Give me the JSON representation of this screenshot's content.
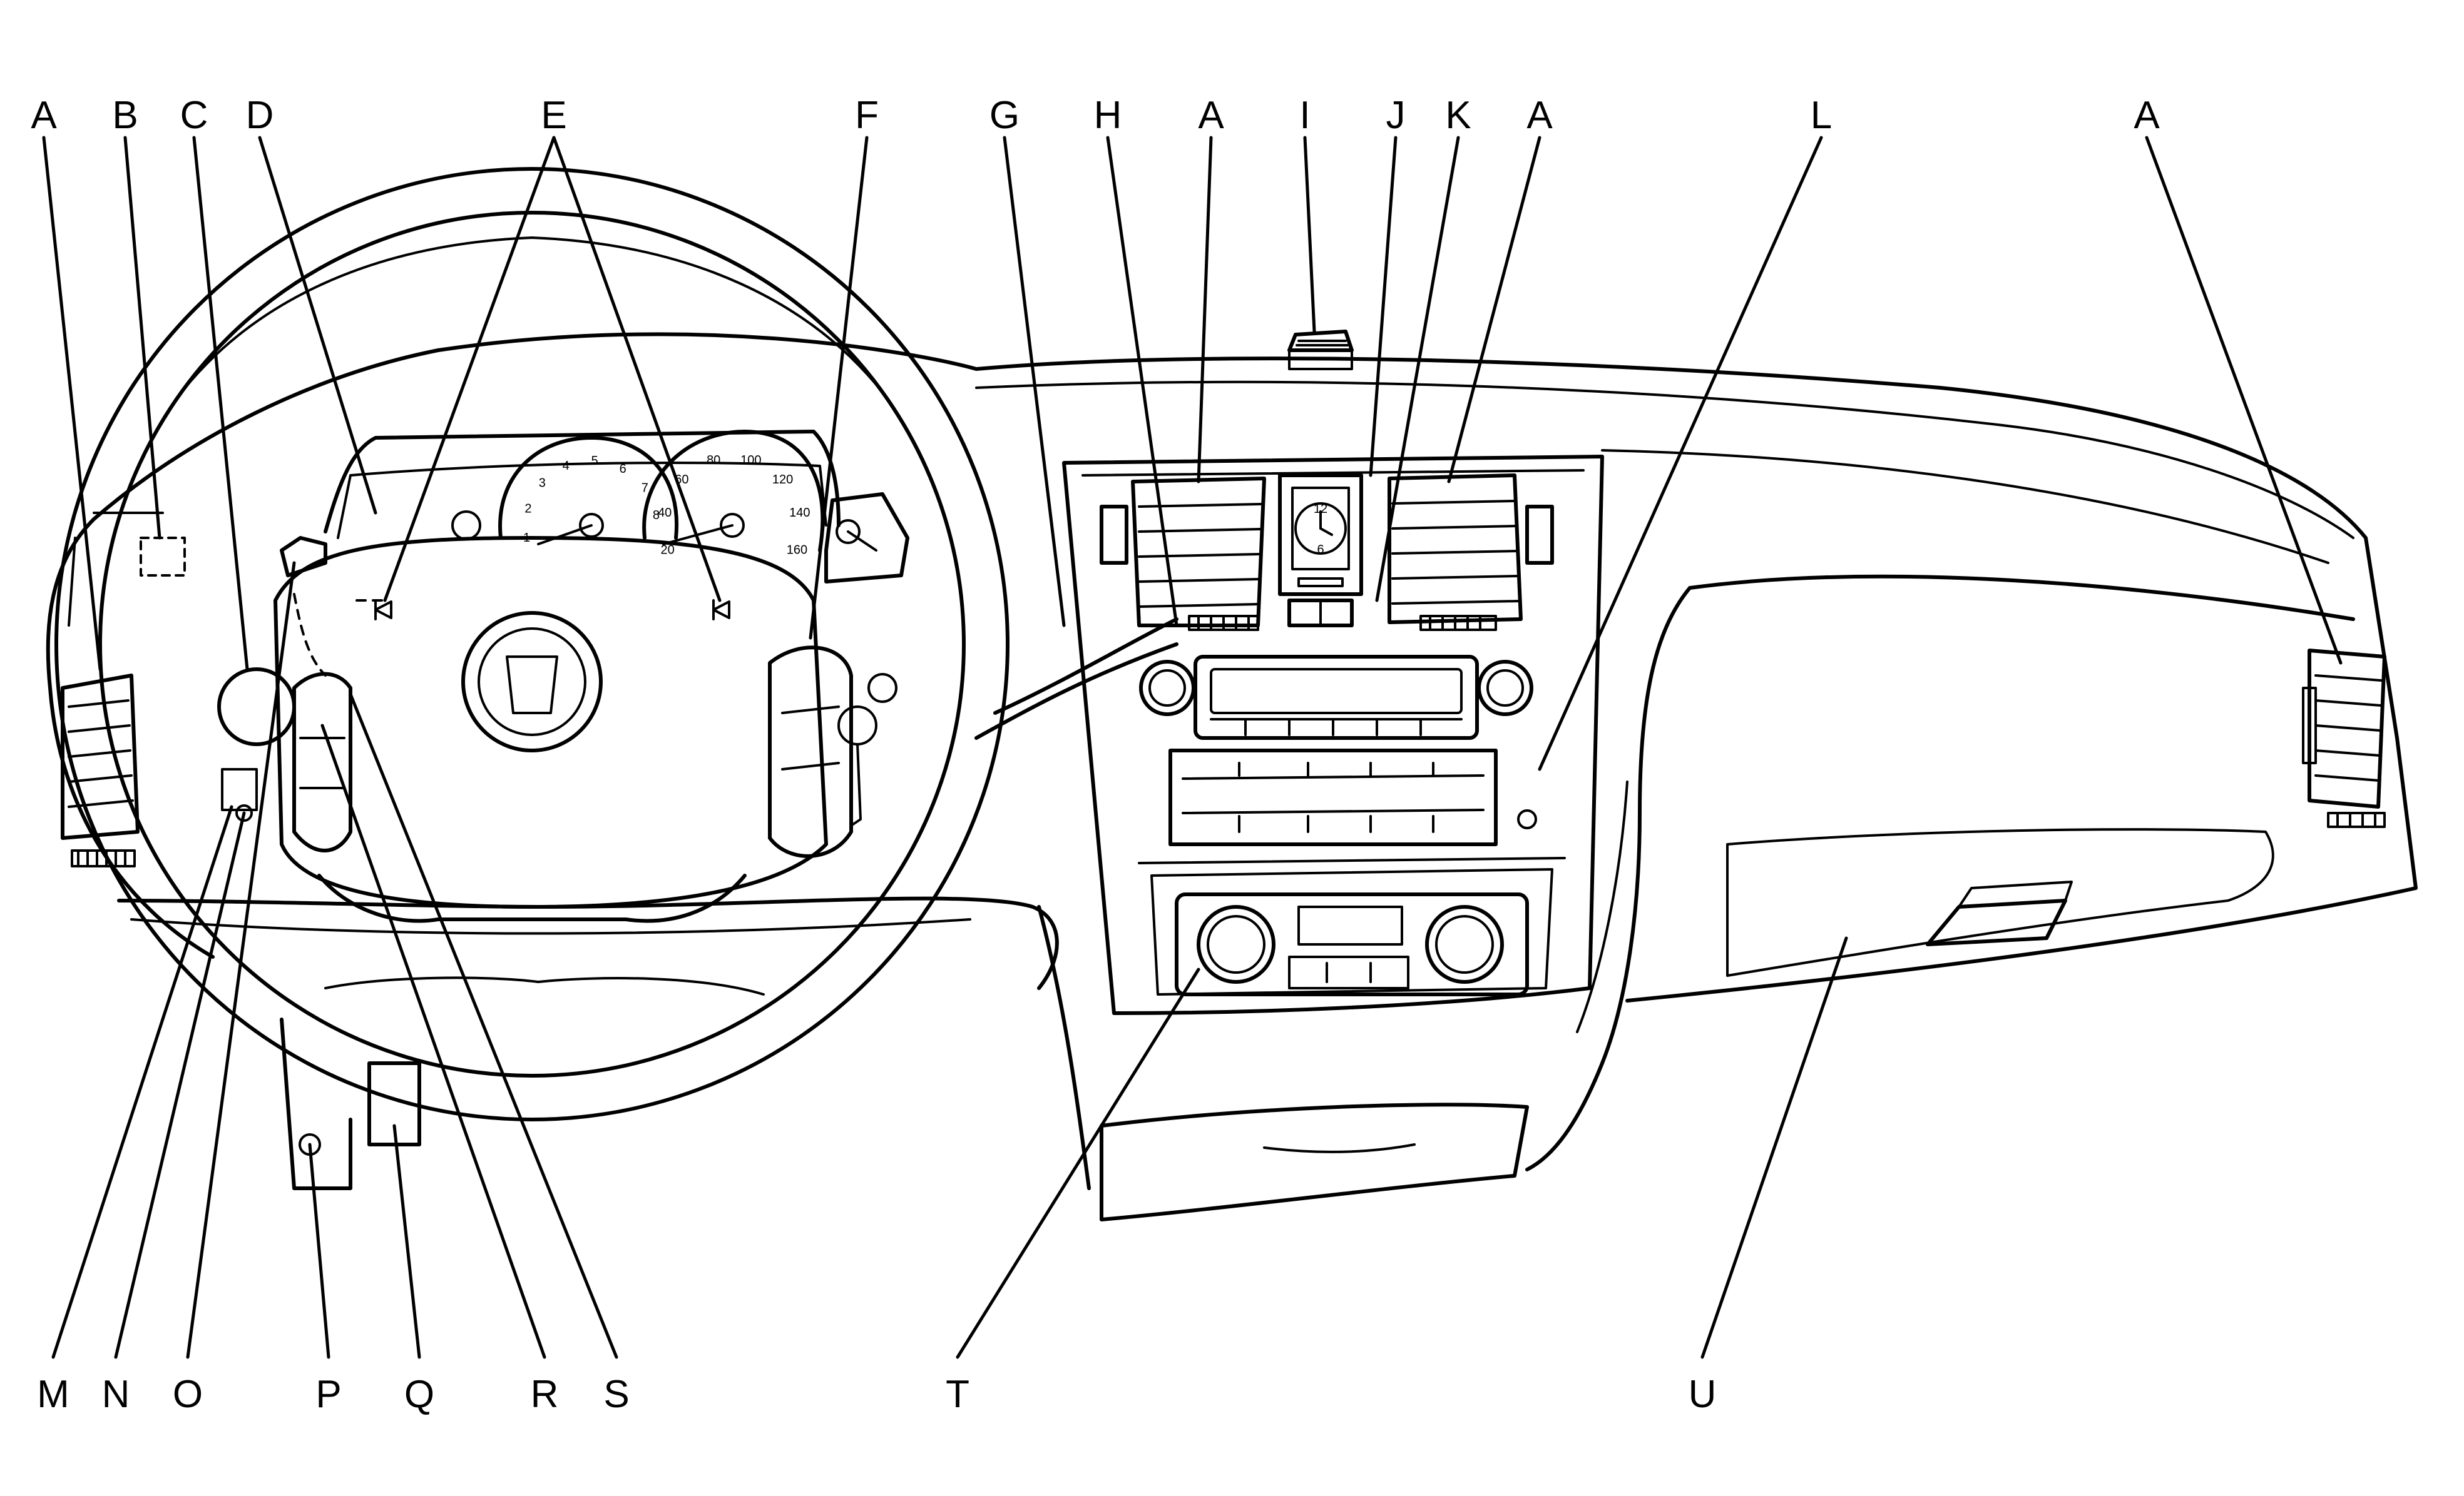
{
  "callouts": {
    "top": [
      "A",
      "B",
      "C",
      "D",
      "E",
      "F",
      "G",
      "H",
      "A",
      "I",
      "J",
      "K",
      "A",
      "L",
      "A"
    ],
    "bottom": [
      "M",
      "N",
      "O",
      "P",
      "Q",
      "R",
      "S",
      "T",
      "U"
    ]
  },
  "gauges": {
    "tach_ticks": [
      "1",
      "2",
      "3",
      "4",
      "5",
      "6",
      "7",
      "8"
    ],
    "speed_ticks": [
      "20",
      "40",
      "60",
      "80",
      "100",
      "120",
      "140",
      "160"
    ]
  },
  "clock": {
    "twelve": "12",
    "six": "6"
  }
}
